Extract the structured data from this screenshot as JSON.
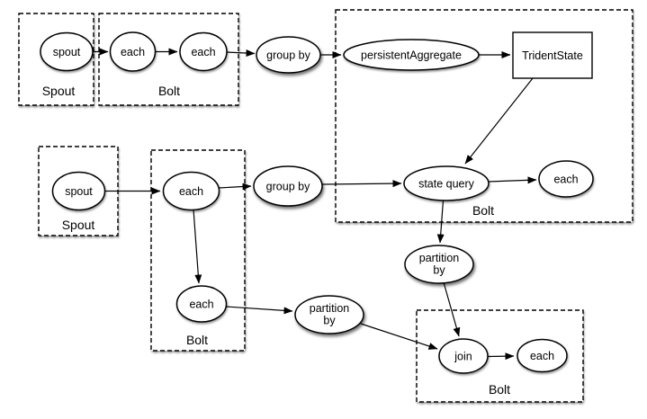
{
  "diagram": {
    "background_color": "#ffffff",
    "stroke_color": "#000000",
    "node_fill_color": "#ffffff",
    "containers": {
      "spoutA": {
        "label": "Spout"
      },
      "boltA": {
        "label": "Bolt"
      },
      "boltState": {
        "label": "Bolt"
      },
      "spoutB": {
        "label": "Spout"
      },
      "boltB": {
        "label": "Bolt"
      },
      "boltJoin": {
        "label": "Bolt"
      }
    },
    "nodes": {
      "spoutA": {
        "label": "spout",
        "shape": "ellipse"
      },
      "eachA1": {
        "label": "each",
        "shape": "ellipse"
      },
      "eachA2": {
        "label": "each",
        "shape": "ellipse"
      },
      "groupByA": {
        "label": "group by",
        "shape": "ellipse-shadow"
      },
      "persistentAggregate": {
        "label": "persistentAggregate",
        "shape": "ellipse"
      },
      "tridentState": {
        "label": "TridentState",
        "shape": "rect"
      },
      "stateQuery": {
        "label": "state query",
        "shape": "ellipse"
      },
      "eachState": {
        "label": "each",
        "shape": "ellipse"
      },
      "spoutB": {
        "label": "spout",
        "shape": "ellipse"
      },
      "eachB1": {
        "label": "each",
        "shape": "ellipse"
      },
      "groupByB": {
        "label": "group by",
        "shape": "ellipse-shadow"
      },
      "eachB2": {
        "label": "each",
        "shape": "ellipse"
      },
      "partitionByA": {
        "label": "partition\nby",
        "shape": "ellipse-shadow"
      },
      "partitionByB": {
        "label": "partition\nby",
        "shape": "ellipse-shadow"
      },
      "join": {
        "label": "join",
        "shape": "ellipse"
      },
      "eachJoin": {
        "label": "each",
        "shape": "ellipse"
      }
    },
    "edges": [
      {
        "from": "spoutA",
        "to": "eachA1"
      },
      {
        "from": "eachA1",
        "to": "eachA2"
      },
      {
        "from": "eachA2",
        "to": "groupByA"
      },
      {
        "from": "groupByA",
        "to": "persistentAggregate"
      },
      {
        "from": "persistentAggregate",
        "to": "tridentState"
      },
      {
        "from": "tridentState",
        "to": "stateQuery"
      },
      {
        "from": "groupByB",
        "to": "stateQuery"
      },
      {
        "from": "stateQuery",
        "to": "eachState"
      },
      {
        "from": "stateQuery",
        "to": "partitionByA"
      },
      {
        "from": "spoutB",
        "to": "eachB1"
      },
      {
        "from": "eachB1",
        "to": "groupByB"
      },
      {
        "from": "eachB1",
        "to": "eachB2"
      },
      {
        "from": "eachB2",
        "to": "partitionByB"
      },
      {
        "from": "partitionByA",
        "to": "join"
      },
      {
        "from": "partitionByB",
        "to": "join"
      },
      {
        "from": "join",
        "to": "eachJoin"
      }
    ]
  }
}
